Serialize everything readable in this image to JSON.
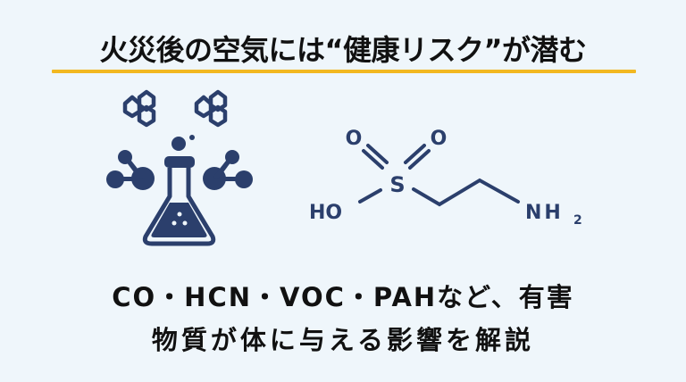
{
  "title": "火災後の空気には“健康リスク”が潜む",
  "colors": {
    "background": "#eff6fb",
    "accent_underline": "#f2b821",
    "icon_navy": "#2b3f6c",
    "text": "#111111"
  },
  "illustration": {
    "icon": "chemistry-flask-with-molecules-icon",
    "structure_labels": {
      "oxygen_left": "O",
      "oxygen_right": "O",
      "sulfur": "S",
      "hydroxyl": "HO",
      "amine": "NH",
      "amine_subscript": "2"
    }
  },
  "subtitle": {
    "line1": "CO・HCN・VOC・PAHなど、有害",
    "line2": "物質が体に与える影響を解説"
  }
}
